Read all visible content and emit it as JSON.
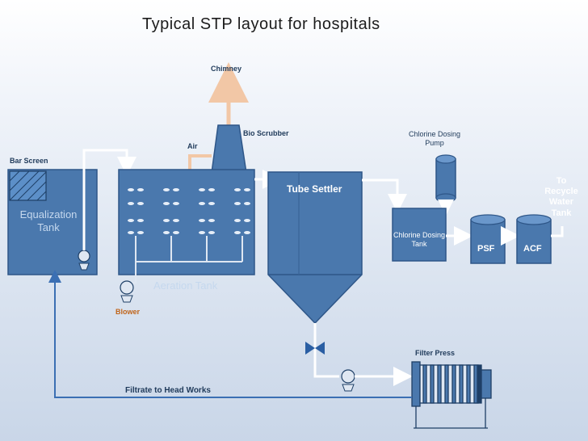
{
  "title": "Typical STP layout for hospitals",
  "labels": {
    "chimney": "Chimney",
    "bio_scrubber": "Bio Scrubber",
    "air": "Air",
    "bar_screen": "Bar Screen",
    "equalization_tank": "Equalization Tank",
    "aeration_tank": "Aeration Tank",
    "blower": "Blower",
    "tube_settler": "Tube Settler",
    "chlorine_dosing_pump": "Chlorine Dosing Pump",
    "chlorine_dosing_tank": "Chlorine Dosing Tank",
    "psf": "PSF",
    "acf": "ACF",
    "to_recycle_water_tank": "To Recycle Water Tank",
    "filter_press": "Filter Press",
    "filtrate": "Filtrate to Head Works"
  },
  "colors": {
    "tank_fill": "#4a78ad",
    "tank_stroke": "#2e5688",
    "pipe_white": "#ffffff",
    "pipe_blue": "#3b6fb3",
    "chimney_pipe": "#f2c7a6",
    "orange_text": "#c0651b"
  }
}
